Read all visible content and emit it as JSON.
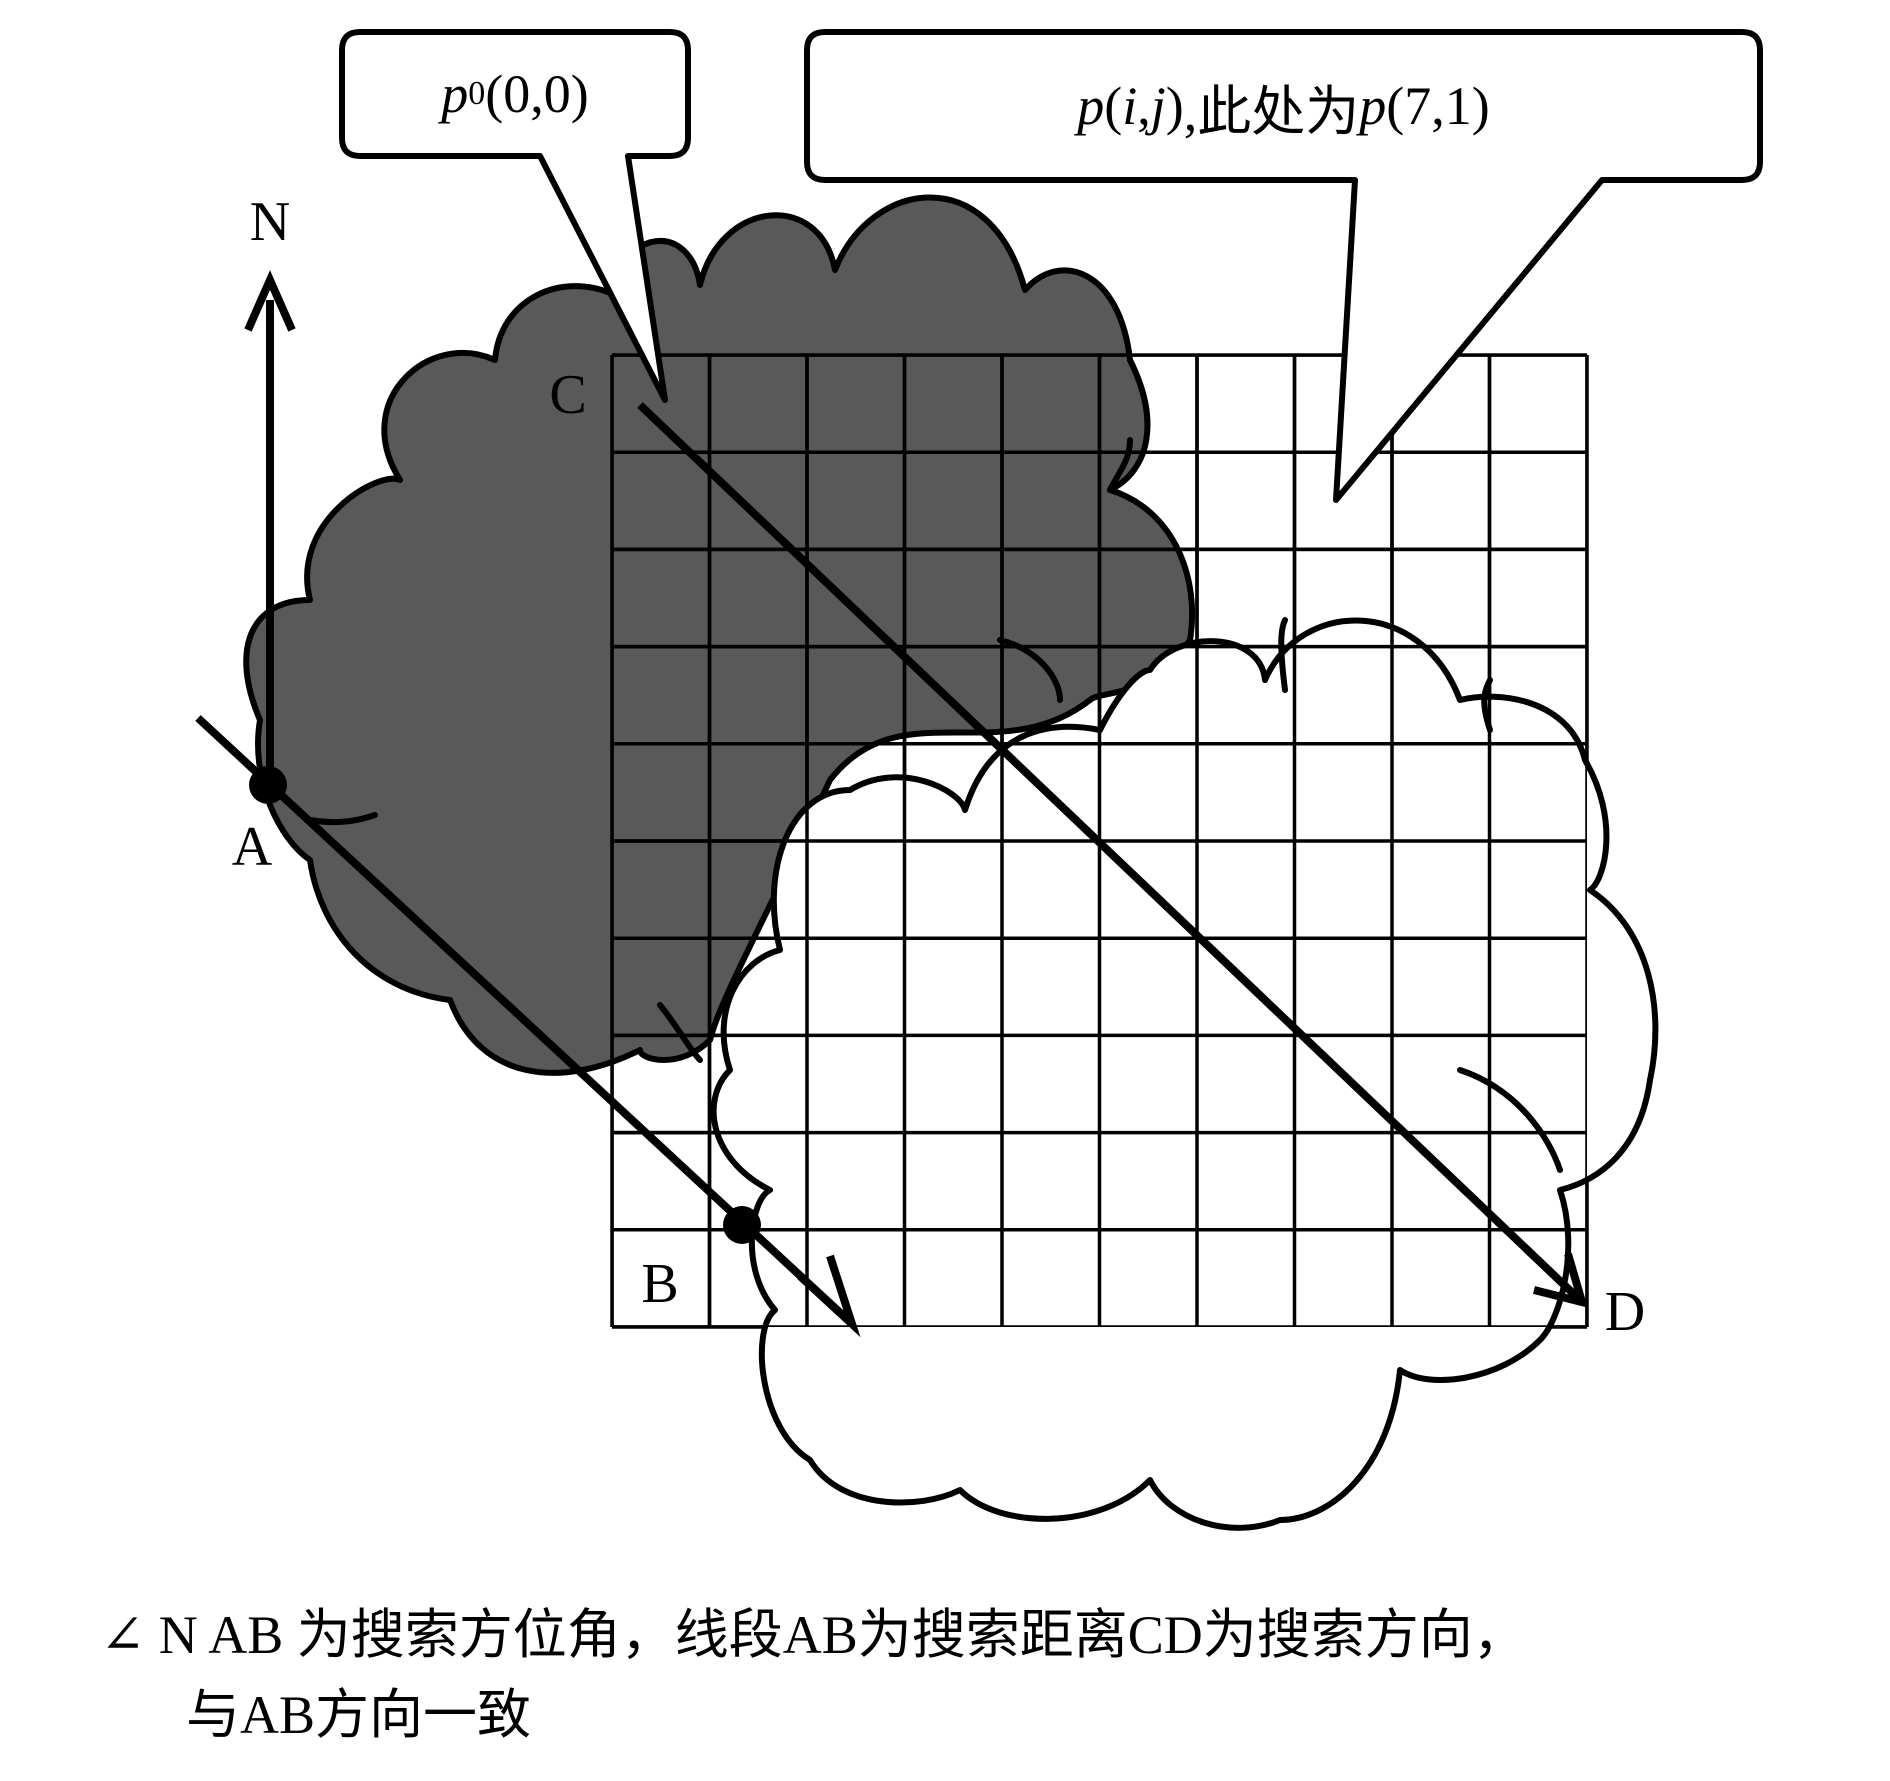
{
  "callouts": {
    "origin": {
      "symbol": "p",
      "subscript": "0",
      "coords": "(0,0)"
    },
    "cell": {
      "symbol": "p",
      "indices_open": " (",
      "i": "i",
      "comma": ", ",
      "j": "j",
      "indices_close": ")",
      "note": " ,此处为",
      "example_symbol": "p",
      "example_coords": " (7,1)"
    }
  },
  "labels": {
    "north": "N",
    "point_a": "A",
    "point_b": "B",
    "point_c": "C",
    "point_d": "D"
  },
  "grid": {
    "rows": 10,
    "cols": 10
  },
  "caption": {
    "line1": "∠ N AB 为搜索方位角，线段AB为搜索距离CD为搜索方向，",
    "line2": "与AB方向一致"
  },
  "colors": {
    "dark_cloud": "#595959",
    "light_cloud": "#ffffff",
    "ink": "#000000"
  }
}
